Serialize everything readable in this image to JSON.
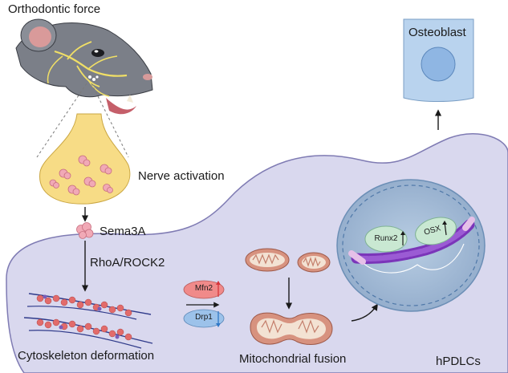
{
  "labels": {
    "orthodontic_force": "Orthodontic force",
    "nerve_activation": "Nerve activation",
    "sema3a": "Sema3A",
    "rhoa_rock2": "RhoA/ROCK2",
    "cytoskeleton_deformation": "Cytoskeleton deformation",
    "mfn2": "Mfn2",
    "drp1": "Drp1",
    "mitochondrial_fusion": "Mitochondrial fusion",
    "runx2": "Runx2",
    "osx": "OSX",
    "hpdlcs": "hPDLCs",
    "osteoblast": "Osteoblast"
  },
  "colors": {
    "cell_fill": "#d9d8ee",
    "nucleus_fill": "#a8bfd9",
    "nerve_terminal": "#f7dc86",
    "vesicle": "#f1a9b6",
    "osteoblast_fill": "#b9d3ee",
    "mitochondria": "#d7927f",
    "mfn2_fill": "#f08a8a",
    "drp1_fill": "#9cc2ea",
    "dna_chain": "#7b35b9",
    "transcription_factor": "#c9e8d2",
    "up_arrow_red": "#d6333b",
    "down_arrow_blue": "#2f78c7"
  }
}
